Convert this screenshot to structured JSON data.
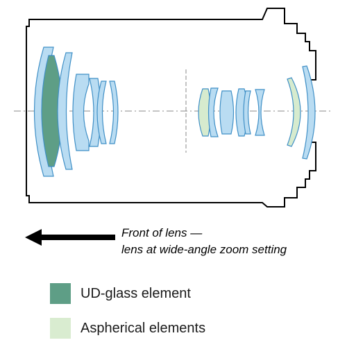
{
  "caption": {
    "line1": "Front of lens —",
    "line2": "lens at wide-angle zoom setting"
  },
  "legend": [
    {
      "label": "UD-glass element",
      "color": "#5e9e86"
    },
    {
      "label": "Aspherical elements",
      "color": "#d9ecd0"
    }
  ],
  "colors": {
    "outline": "#000000",
    "lens_fill": "#b9dcf2",
    "lens_stroke": "#3f8fc6",
    "ud_glass": "#5e9e86",
    "aspherical": "#d6ebce",
    "axis": "#8a8a8a"
  },
  "icons": {
    "arrow": "arrow-left-icon"
  }
}
